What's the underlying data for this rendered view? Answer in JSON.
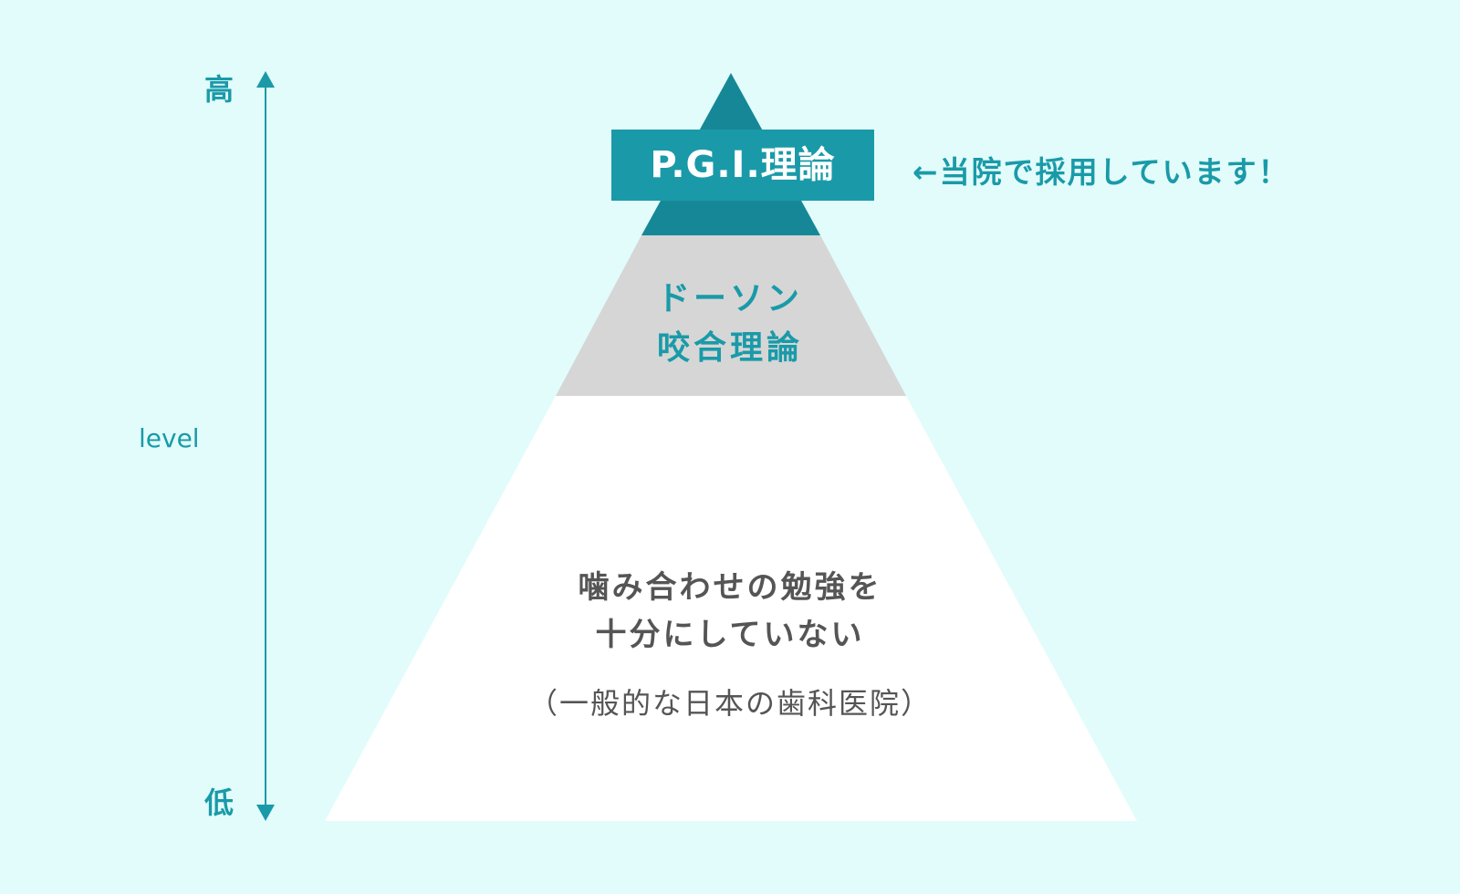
{
  "axis": {
    "high_label": "高",
    "low_label": "低",
    "level_label": "level",
    "color": "#1a9aa8"
  },
  "pyramid": {
    "top": {
      "label": "P.G.I.理論",
      "note": "←当院で採用しています！",
      "color": "#168796",
      "band_color": "#1a9aa8"
    },
    "middle": {
      "lines": [
        "ドーソン",
        "咬合理論"
      ],
      "color": "#d6d6d6",
      "text_color": "#1a9aa8"
    },
    "base": {
      "lines": [
        "噛み合わせの勉強を",
        "十分にしていない"
      ],
      "sub": "（一般的な日本の歯科医院）",
      "color": "#ffffff",
      "text_color": "#555555"
    }
  },
  "background_color": "#e1fcfb"
}
